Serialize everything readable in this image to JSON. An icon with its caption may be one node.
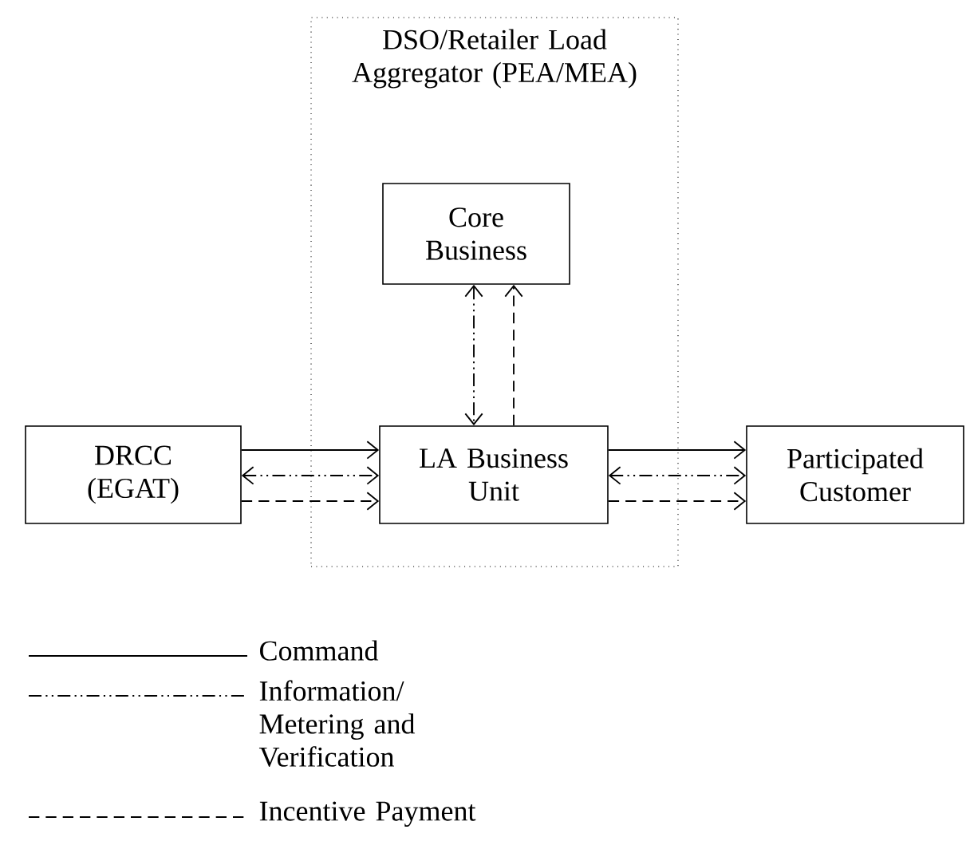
{
  "diagram": {
    "nodes": [
      {
        "text": [
          "DSO/Retailer Load Aggregator (PEA/MEA)"
        ]
      },
      {
        "text": [
          "Core Business"
        ],
        "in": 0
      },
      {
        "text": [
          "DRCC (EGAT)"
        ]
      },
      {
        "text": [
          "LA Business Unit"
        ],
        "in": 0
      },
      {
        "text": [
          "Participated Customer"
        ]
      }
    ],
    "edges": [
      {
        "from": 2,
        "to": 3,
        "arrow": "to"
      },
      {
        "from": 2,
        "to": 3,
        "arrow": "both",
        "style": "dashed"
      },
      {
        "from": 2,
        "to": 3,
        "arrow": "to",
        "style": "dashed"
      },
      {
        "from": 3,
        "to": 4,
        "arrow": "to"
      },
      {
        "from": 3,
        "to": 4,
        "arrow": "both",
        "style": "dashed"
      },
      {
        "from": 3,
        "to": 4,
        "arrow": "to",
        "style": "dashed"
      },
      {
        "from": 1,
        "to": 3,
        "arrow": "both",
        "style": "dashed"
      },
      {
        "from": 3,
        "to": 1,
        "arrow": "to",
        "style": "dashed"
      }
    ],
    "legend": [
      {
        "text": "Command"
      },
      {
        "text": "Information/ Metering and Verification"
      },
      {
        "text": "Incentive Payment"
      }
    ]
  }
}
